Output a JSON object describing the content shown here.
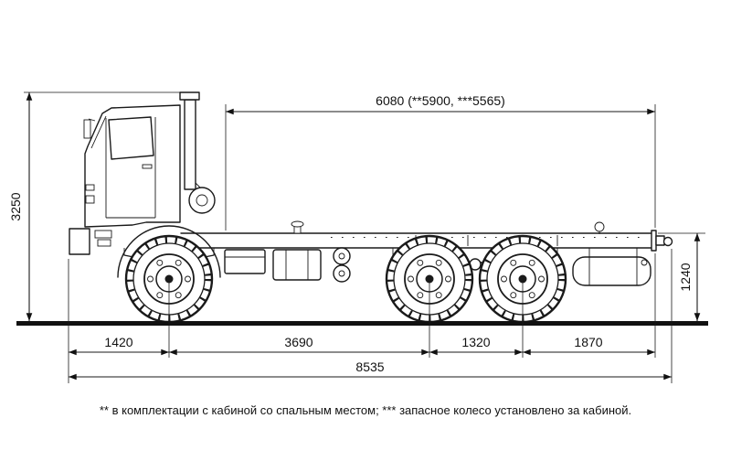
{
  "dims": {
    "frame_length": "6080 (**5900, ***5565)",
    "overall_height": "3250",
    "frame_height": "1240",
    "front_overhang": "1420",
    "wheelbase": "3690",
    "bogie_base": "1320",
    "rear_overhang": "1870",
    "overall_length": "8535"
  },
  "footnote": "** в комплектации с кабиной со спальным местом; *** запасное колесо установлено за кабиной."
}
